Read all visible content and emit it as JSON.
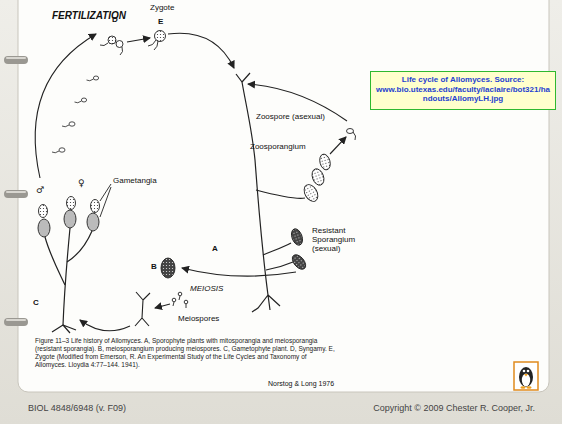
{
  "diagram": {
    "caption": "Figure 11–3 Life history of Allomyces. A, Sporophyte plants with mitosporangia and meiosporangia (resistant sporangia). B, meiosporangium producing meiospores. C, Gametophyte plant. D, Syngamy. E, Zygote (Modified from Emerson, R. An Experimental Study of the Life Cycles and Taxonomy of Allomyces. Lloydia 4:77–144. 1941).",
    "nodes": [
      {
        "text": [
          "Life cycle of Allomyces. Source: www.bio.utexas.edu/faculty/laclaire/bot321/handouts/AllomyLH.jpg"
        ]
      }
    ],
    "labels": [
      "FERTILIZATION",
      "Zygote",
      "D",
      "E",
      "Zoospore (asexual)",
      "Zoosporangium",
      "♂",
      "♀",
      "Gametangia",
      "A",
      "Resistant Sporangium (sexual)",
      "B",
      "MEIOSIS",
      "Meiospores",
      "C",
      "Norstog & Long 1976",
      "BIOL 4848/6948 (v. F09)",
      "Copyright © 2009 Chester R. Cooper, Jr."
    ]
  }
}
